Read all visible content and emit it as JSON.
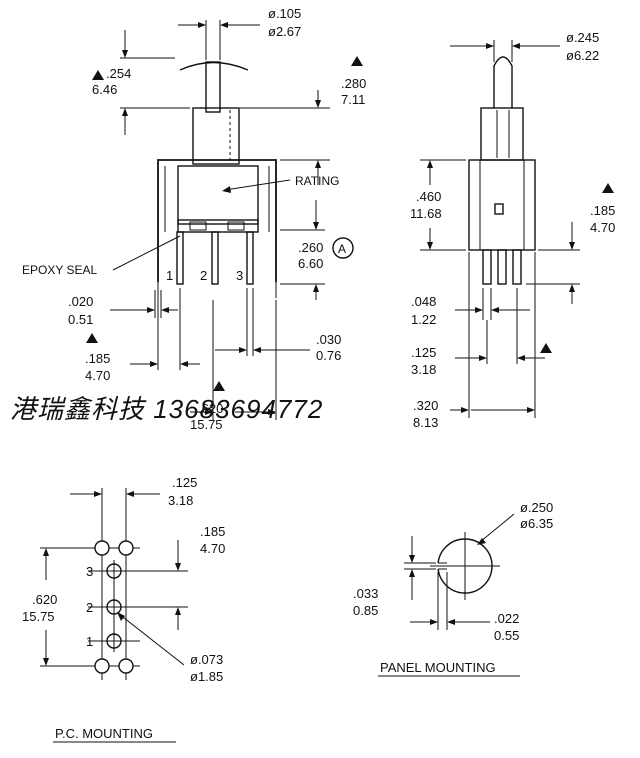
{
  "front_view": {
    "dim_top_a": "ø.105",
    "dim_top_b": "ø2.67",
    "dim_height_a": ".254",
    "dim_height_b": "6.46",
    "dim_bushing_a": ".280",
    "dim_bushing_b": "7.11",
    "rating_label": "RATING",
    "epoxy_label": "EPOXY SEAL",
    "dim_pin_a": ".260",
    "dim_pin_b": "6.60",
    "circle_note": "A",
    "pin_1": "1",
    "pin_2": "2",
    "pin_3": "3",
    "dim_term_w_a": ".020",
    "dim_term_w_b": "0.51",
    "dim_term_t_a": ".030",
    "dim_term_t_b": "0.76",
    "dim_spacing_a": ".185",
    "dim_spacing_b": "4.70",
    "dim_span_a": ".620",
    "dim_span_b": "15.75"
  },
  "side_view": {
    "dim_top_a": "ø.245",
    "dim_top_b": "ø6.22",
    "dim_body_a": ".460",
    "dim_body_b": "11.68",
    "dim_right_a": ".185",
    "dim_right_b": "4.70",
    "dim_pin_a": ".048",
    "dim_pin_b": "1.22",
    "dim_space_a": ".125",
    "dim_space_b": "3.18",
    "dim_width_a": ".320",
    "dim_width_b": "8.13"
  },
  "watermark": "港瑞鑫科技 13683694772",
  "pc_mounting": {
    "title": "P.C. MOUNTING",
    "dim_space_a": ".125",
    "dim_space_b": "3.18",
    "dim_pitch_a": ".185",
    "dim_pitch_b": "4.70",
    "dim_total_a": ".620",
    "dim_total_b": "15.75",
    "dim_hole_a": "ø.073",
    "dim_hole_b": "ø1.85",
    "pin_3": "3",
    "pin_2": "2",
    "pin_1": "1"
  },
  "panel_mounting": {
    "title": "PANEL MOUNTING",
    "dim_hole_a": "ø.250",
    "dim_hole_b": "ø6.35",
    "dim_key_a": ".033",
    "dim_key_b": "0.85",
    "dim_flat_a": ".022",
    "dim_flat_b": "0.55"
  }
}
